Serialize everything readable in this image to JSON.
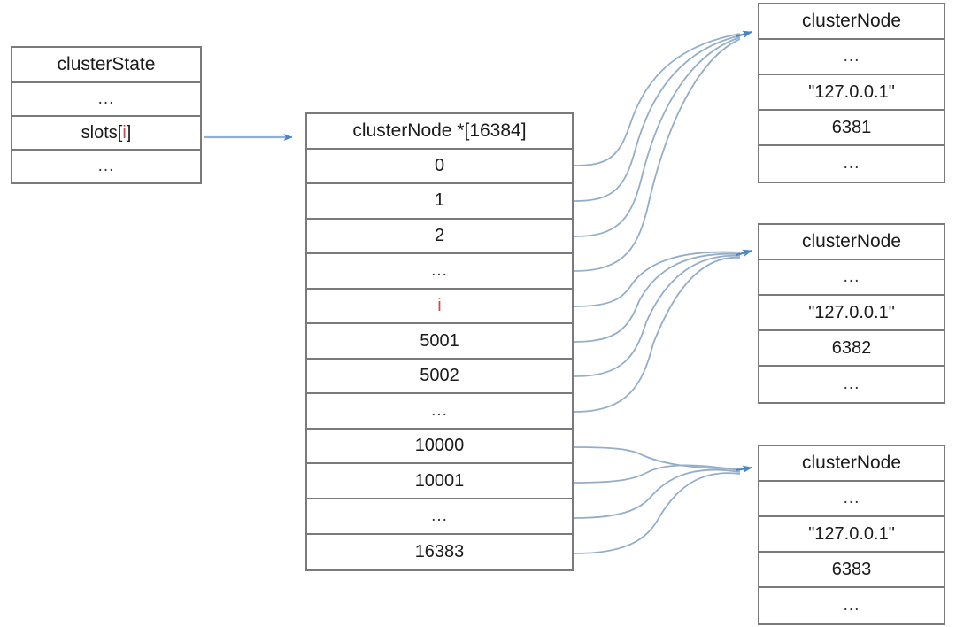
{
  "diagram": {
    "title": "Redis cluster slots-to-node mapping",
    "colors": {
      "box_border": "#7a7a7a",
      "arrow_blue": "#4a84c4",
      "curve_blue": "#95aec8",
      "highlight_red": "#c0504d",
      "background": "#ffffff"
    }
  },
  "cluster_state": {
    "name": "cluster-state-struct",
    "rows": [
      {
        "text": "clusterState",
        "kind": "header"
      },
      {
        "text": "...",
        "kind": "ellipsis"
      },
      {
        "text": "slots[",
        "kind": "field",
        "index_label": "i",
        "suffix": "]"
      },
      {
        "text": "...",
        "kind": "ellipsis"
      }
    ]
  },
  "slots_array": {
    "header": "clusterNode *[16384]",
    "rows": [
      {
        "label": "0",
        "kind": "index",
        "target": 0
      },
      {
        "label": "1",
        "kind": "index",
        "target": 0
      },
      {
        "label": "2",
        "kind": "index",
        "target": 0
      },
      {
        "label": "...",
        "kind": "ellipsis",
        "target": 0
      },
      {
        "label": "i",
        "kind": "highlight",
        "target": 1
      },
      {
        "label": "5001",
        "kind": "index",
        "target": 1
      },
      {
        "label": "5002",
        "kind": "index",
        "target": 1
      },
      {
        "label": "...",
        "kind": "ellipsis",
        "target": 1
      },
      {
        "label": "10000",
        "kind": "index",
        "target": 2
      },
      {
        "label": "10001",
        "kind": "index",
        "target": 2
      },
      {
        "label": "...",
        "kind": "ellipsis",
        "target": 2
      },
      {
        "label": "16383",
        "kind": "index",
        "target": 2
      }
    ]
  },
  "cluster_nodes": [
    {
      "title": "clusterNode",
      "rows": [
        "clusterNode",
        "...",
        "\"127.0.0.1\"",
        "6381",
        "..."
      ],
      "ip": "\"127.0.0.1\"",
      "port": "6381"
    },
    {
      "title": "clusterNode",
      "rows": [
        "clusterNode",
        "...",
        "\"127.0.0.1\"",
        "6382",
        "..."
      ],
      "ip": "\"127.0.0.1\"",
      "port": "6382"
    },
    {
      "title": "clusterNode",
      "rows": [
        "clusterNode",
        "...",
        "\"127.0.0.1\"",
        "6383",
        "..."
      ],
      "ip": "\"127.0.0.1\"",
      "port": "6383"
    }
  ],
  "connectors": {
    "state_to_array": {
      "name": "slots-pointer-arrow",
      "from": "slots[i]",
      "to": "clusterNode *[16384]"
    },
    "groups": [
      {
        "name": "array-to-node-6381",
        "rows": [
          "0",
          "1",
          "2",
          "..."
        ],
        "to_port": "6381"
      },
      {
        "name": "array-to-node-6382",
        "rows": [
          "i",
          "5001",
          "5002",
          "..."
        ],
        "to_port": "6382"
      },
      {
        "name": "array-to-node-6383",
        "rows": [
          "10000",
          "10001",
          "...",
          "16383"
        ],
        "to_port": "6383"
      }
    ]
  }
}
